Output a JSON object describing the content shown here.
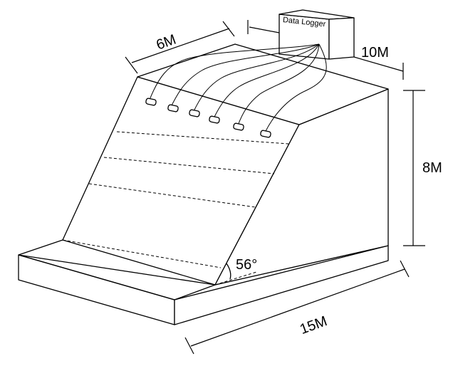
{
  "labels": {
    "top_width": "6M",
    "depth": "10M",
    "height": "8M",
    "base_length": "15M",
    "angle": "56°",
    "logger": "Data Logger"
  },
  "colors": {
    "line": "#000000",
    "background": "#ffffff"
  }
}
